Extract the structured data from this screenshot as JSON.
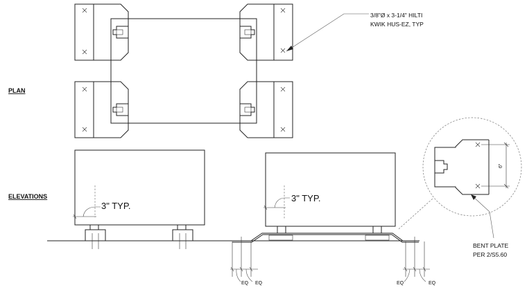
{
  "labels": {
    "plan": "PLAN",
    "elevations": "ELEVATIONS",
    "anchor_note_line1": "3/8\"Ø x 3-1/4\" HILTI",
    "anchor_note_line2": "KWIK HUS-EZ, TYP",
    "typ_left": "3\" TYP.",
    "typ_right": "3\" TYP.",
    "bent_plate_line1": "BENT PLATE",
    "bent_plate_line2": "PER 2/S5.60",
    "detail_dim": "6\"",
    "eq_1": "EQ",
    "eq_2": "EQ",
    "eq_3": "EQ",
    "eq_4": "EQ"
  }
}
